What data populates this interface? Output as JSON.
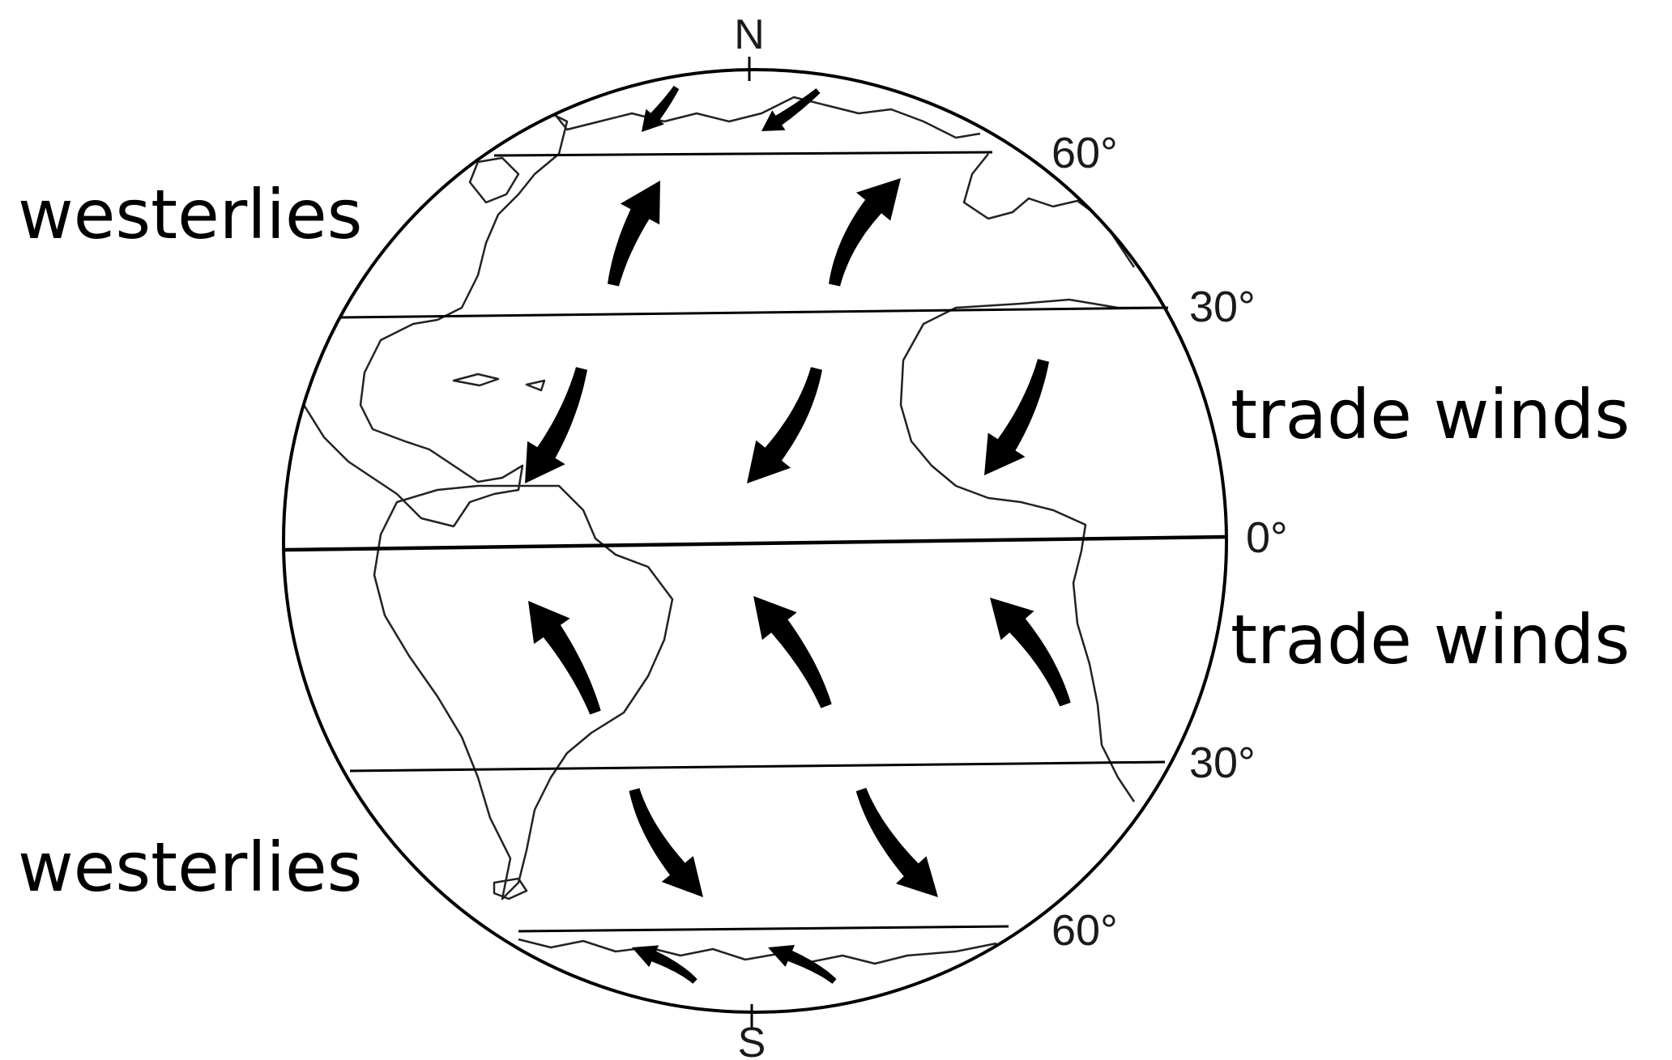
{
  "compass": {
    "north": "N",
    "south": "S"
  },
  "latitudes": {
    "north_60": "60°",
    "north_30": "30°",
    "equator": "0°",
    "south_30": "30°",
    "south_60": "60°"
  },
  "wind_bands": {
    "north_westerlies": "westerlies",
    "north_trade": "trade winds",
    "south_trade": "trade winds",
    "south_westerlies": "westerlies"
  },
  "colors": {
    "ink": "#000000",
    "background": "#ffffff"
  }
}
